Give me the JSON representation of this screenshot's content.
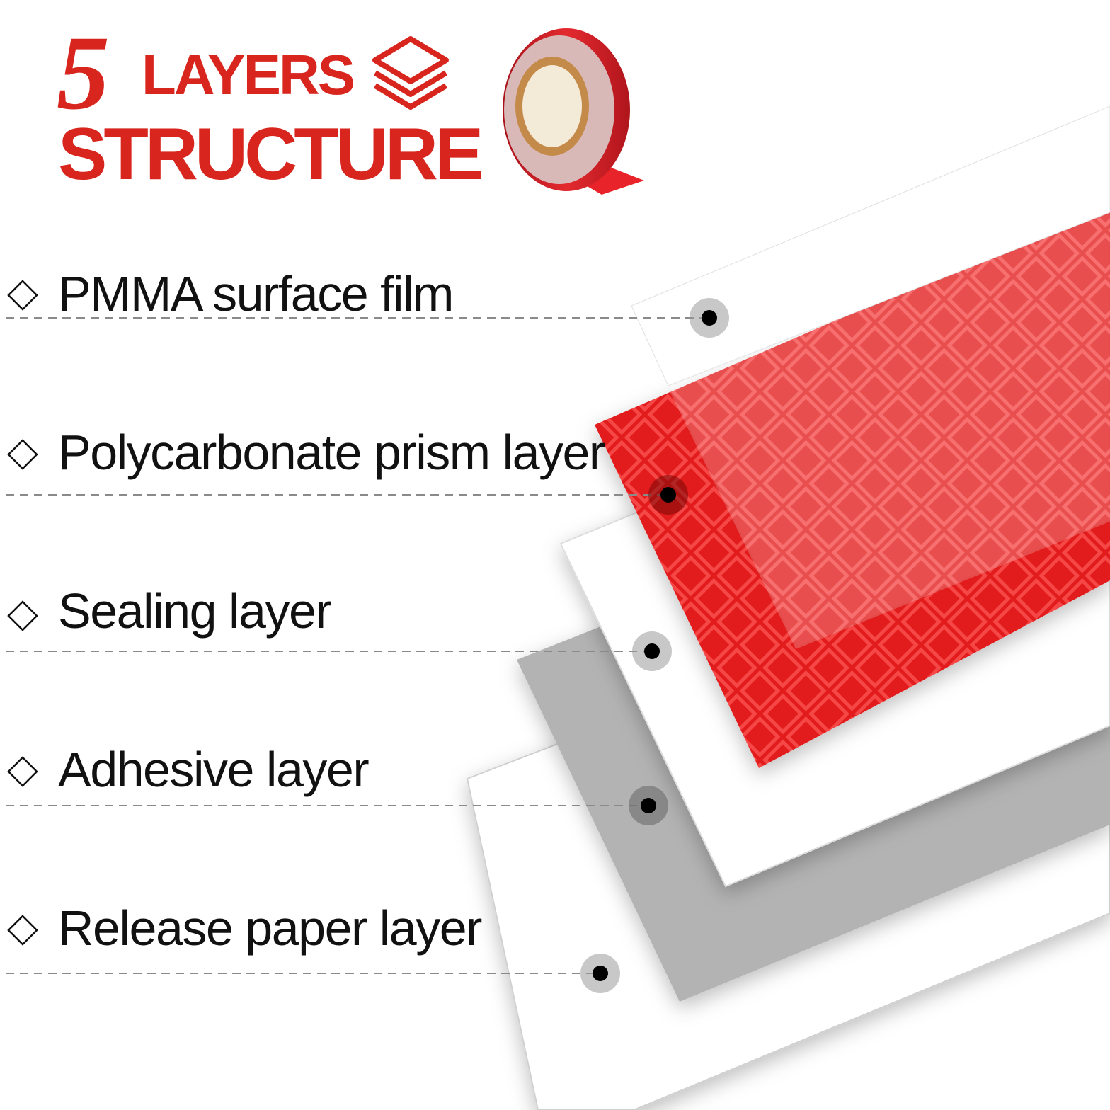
{
  "header": {
    "number": "5",
    "word1": "LAYERS",
    "word2": "STRUCTURE",
    "stack_icon": "layers-stack-icon",
    "product_image": "reflective-tape-roll",
    "accent_color": "#d8261e"
  },
  "layers": [
    {
      "label": "PMMA surface film",
      "color": "#ffffff"
    },
    {
      "label": "Polycarbonate prism layer",
      "color": "#e01b1b"
    },
    {
      "label": "Sealing layer",
      "color": "#ffffff"
    },
    {
      "label": "Adhesive layer",
      "color": "#b0b0b0"
    },
    {
      "label": "Release paper layer",
      "color": "#ffffff"
    }
  ],
  "bullet_icon": "diamond-outline-icon",
  "marker_icon": "dot-marker-icon"
}
